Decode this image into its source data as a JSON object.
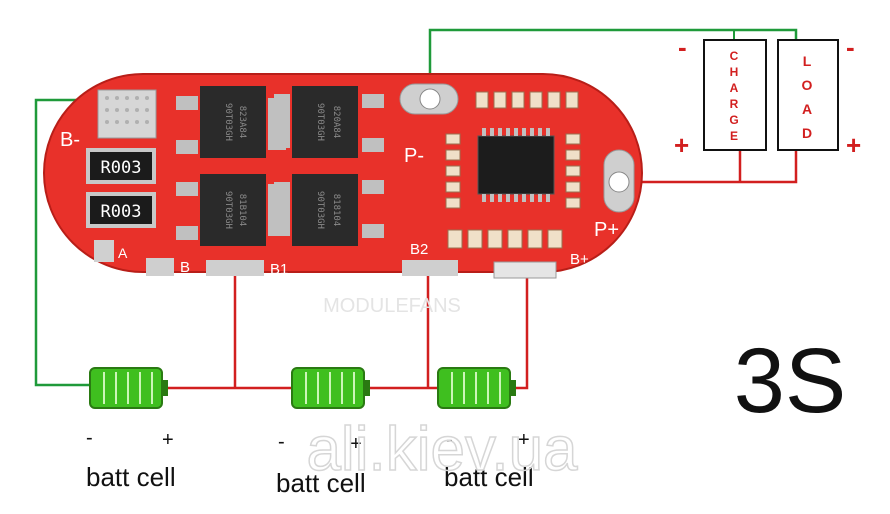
{
  "board": {
    "label_b_minus": "B-",
    "label_p_minus": "P-",
    "label_p_plus": "P+",
    "label_a": "A",
    "label_b": "B",
    "label_b1": "B1",
    "label_b2": "B2",
    "label_b_plus": "B+",
    "resistors": [
      "R003",
      "R003"
    ],
    "mosfets": [
      "90T03GH",
      "90T03GH",
      "90T03GH",
      "90T03GH"
    ],
    "mosfet_codes": [
      "823A84",
      "820A84",
      "81B104",
      "818104"
    ]
  },
  "load_boxes": {
    "charge_letters": [
      "C",
      "H",
      "A",
      "R",
      "G",
      "E"
    ],
    "load_letters": [
      "L",
      "O",
      "A",
      "D"
    ],
    "minus": "-",
    "plus": "+"
  },
  "cells": [
    {
      "minus": "-",
      "plus": "+",
      "caption": "batt cell"
    },
    {
      "minus": "-",
      "plus": "+",
      "caption": "batt cell"
    },
    {
      "minus": "-",
      "plus": "+",
      "caption": "batt cell"
    }
  ],
  "config_label": "3S",
  "watermarks": {
    "center": "MODULEFANS",
    "bottom": "ali.kiev.ua"
  },
  "colors": {
    "board": "#e8312a",
    "wire_green": "#1f9a3a",
    "wire_red": "#d21f1f",
    "cell": "#3fbf1f"
  }
}
